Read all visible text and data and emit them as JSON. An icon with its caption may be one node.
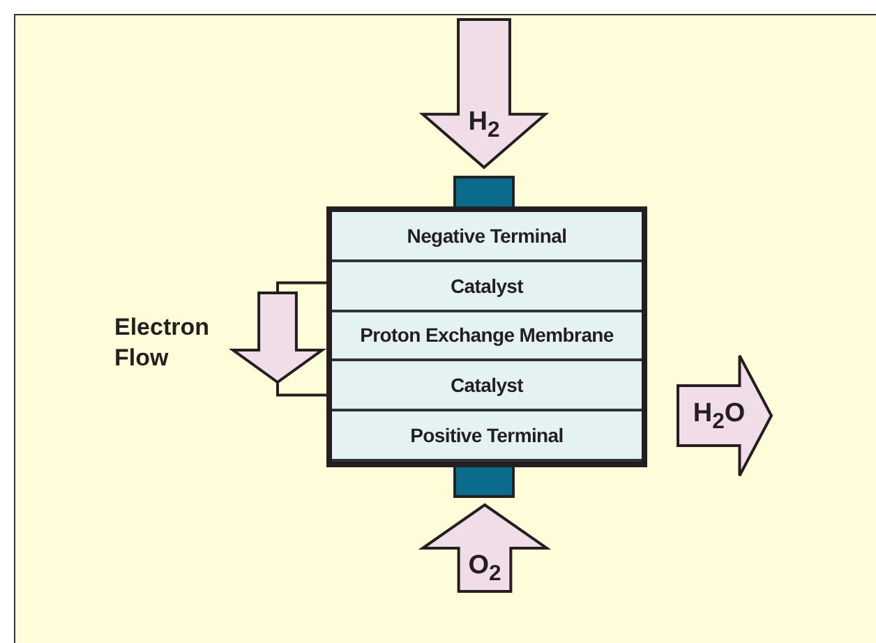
{
  "diagram": {
    "nodes": [
      {
        "text": [
          "H$_{2}$"
        ]
      },
      {
        "text": [],
        "shape": "box"
      },
      {
        "text": [
          "Negative Terminal"
        ],
        "in": 1
      },
      {
        "text": [
          "Catalyst"
        ],
        "in": 1
      },
      {
        "text": [
          "Proton Exchange Membrane"
        ],
        "in": 1
      },
      {
        "text": [
          "Catalyst"
        ],
        "in": 1
      },
      {
        "text": [
          "Positive Terminal"
        ],
        "in": 1
      },
      {
        "text": [],
        "shape": "arrow",
        "beside": [
          "Electron Flow"
        ]
      },
      {
        "text": [
          "H$_{2}$O"
        ]
      },
      {
        "text": [
          "O$_{2}$"
        ]
      }
    ],
    "edges": [
      {
        "from": 3,
        "to": 7,
        "arrow": "none"
      },
      {
        "from": 7,
        "to": 5,
        "arrow": "none"
      }
    ]
  }
}
